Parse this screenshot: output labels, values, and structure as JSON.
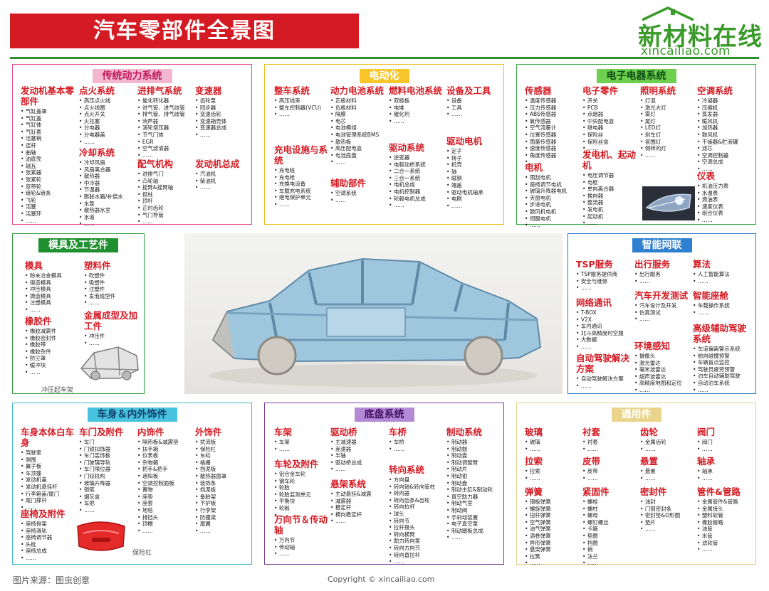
{
  "title": "汽车零部件全景图",
  "logo": {
    "cn": "新材料在线",
    "en": "xincailiao.com"
  },
  "colors": {
    "title_bg": "#d41b24",
    "sub_title": "#d41b24",
    "brand_green": "#3a9a2a",
    "panel_powertrain": "#e84c8b",
    "hdr_powertrain": "#f3b8cf",
    "panel_ev": "#f0c020",
    "hdr_ev": "#f8c62a",
    "panel_electrical": "#3aa84a",
    "hdr_electrical": "#6fcf4f",
    "panel_mold": "#2e9e3e",
    "hdr_mold": "#1f8f2f",
    "panel_network": "#2a78c8",
    "hdr_network": "#2f80d0",
    "panel_body": "#40b8d0",
    "hdr_body": "#48c2de",
    "panel_chassis": "#7a3f9a",
    "hdr_chassis": "#b48ad6",
    "panel_general": "#e6cf8a",
    "hdr_general": "#e9d48c"
  },
  "panels": {
    "powertrain": {
      "title": "传统动力系统",
      "subs": [
        {
          "title": "发动机基本零部件",
          "items": [
            "气缸盖罩",
            "气缸盖",
            "气缸体",
            "气缸套",
            "活塞销",
            "连杆",
            "曲轴",
            "油底壳",
            "轴瓦",
            "张紧器",
            "张紧轮",
            "皮带轮",
            "链轮&链条",
            "飞轮",
            "活塞",
            "活塞环",
            "……"
          ]
        },
        {
          "title": "点火系统",
          "items": [
            "高压点火线",
            "点火线圈",
            "点火开关",
            "火花塞",
            "分电器",
            "分电器盖",
            "……"
          ]
        },
        {
          "title": "进排气系统",
          "items": [
            "催化转化器",
            "进气管、进气歧管",
            "排气管、排气歧管",
            "消声器",
            "涡轮增压器",
            "节气门体",
            "EGR",
            "空气滤清器",
            "……"
          ]
        },
        {
          "title": "变速器",
          "items": [
            "齿轮泵",
            "同步器",
            "变速齿轮",
            "变速箱壳体",
            "变速器总成",
            "……"
          ]
        },
        {
          "title": "冷却系统",
          "items": [
            "冷却风扇",
            "风扇离合器",
            "散热器",
            "中冷器",
            "节温器",
            "膨胀水箱/补偿水",
            "水泵",
            "散热器水室",
            "水道",
            "……"
          ]
        },
        {
          "title": "配气机构",
          "items": [
            "进排气门",
            "凸轮轴",
            "摇臂&摇臂轴",
            "挺柱",
            "顶杆",
            "正时齿轮",
            "气门导管",
            "……"
          ]
        },
        {
          "title": "发动机总成",
          "items": [
            "汽油机",
            "柴油机",
            "……"
          ]
        }
      ]
    },
    "ev": {
      "title": "电动化",
      "subs": [
        {
          "title": "整车系统",
          "items": [
            "高压线束",
            "整车控制器(VCU)",
            "……"
          ]
        },
        {
          "title": "动力电池系统",
          "items": [
            "正极材料",
            "负极材料",
            "隔膜",
            "电芯",
            "电池模组",
            "电池管理系统BMS",
            "散热板",
            "高压配电盒",
            "电池底盘",
            "……"
          ]
        },
        {
          "title": "燃料电池系统",
          "items": [
            "双极板",
            "电堆",
            "催化剂",
            "……"
          ]
        },
        {
          "title": "设备及工具",
          "items": [
            "设备",
            "工具",
            "……"
          ]
        },
        {
          "title": "充电设施与系统",
          "items": [
            "充电桩",
            "充电枪",
            "充换电设备",
            "车载充电系统",
            "继电保护单元",
            "……"
          ]
        },
        {
          "title": "驱动系统",
          "items": [
            "逆变器",
            "电驱动桥系统",
            "二合一系统",
            "三合一系统",
            "电机总成",
            "电机控制器",
            "轮毂电机总成",
            "……"
          ]
        },
        {
          "title": "驱动电机",
          "items": [
            "定子",
            "转子",
            "机壳",
            "轴",
            "磁钢",
            "端盖",
            "驱动电机轴承",
            "电刷",
            "……"
          ]
        },
        {
          "title": "辅助部件",
          "items": [
            "空调系统",
            "……"
          ]
        }
      ]
    },
    "electrical": {
      "title": "电子电器系统",
      "subs": [
        {
          "title": "传感器",
          "items": [
            "温度传感器",
            "压力传感器",
            "ABS传感器",
            "氧传感器",
            "空气流量计",
            "位置传感器",
            "雨量传感器",
            "速度传感器",
            "角度传感器",
            "……"
          ]
        },
        {
          "title": "电子零件",
          "items": [
            "开关",
            "PCB",
            "点烟器",
            "中央配电盒",
            "继电器",
            "保险丝",
            "保险丝盒",
            "……"
          ]
        },
        {
          "title": "照明系统",
          "items": [
            "灯泡",
            "激光大灯",
            "雾灯",
            "尾灯",
            "LED灯",
            "刹车灯",
            "氛围灯",
            "侧转向灯",
            "……"
          ]
        },
        {
          "title": "空调系统",
          "items": [
            "冷凝器",
            "压缩机",
            "蒸发器",
            "暖风机",
            "加热器",
            "鼓风机",
            "干燥器&贮液罐",
            "滤芯",
            "空调控制器",
            "空调总成",
            "……"
          ]
        },
        {
          "title": "电机",
          "items": [
            "雨刮电机",
            "座椅调节电机",
            "玻璃升降器电机",
            "天窗电机",
            "步进电机",
            "鼓风机电机",
            "伺服电机",
            "……"
          ]
        },
        {
          "title": "发电机、起动机",
          "items": [
            "电压调节器",
            "电枢",
            "单向离合器",
            "换向器",
            "整流器",
            "发电机",
            "起动机",
            "……"
          ]
        },
        {
          "title": "仪表",
          "items": [
            "机油压力表",
            "水温表",
            "燃油表",
            "速度仪表",
            "组合仪表",
            "……"
          ]
        }
      ]
    },
    "mold": {
      "title": "模具及工艺件",
      "label": "冲压起车架",
      "subs": [
        {
          "title": "模具",
          "items": [
            "粉末冶金模具",
            "锻造模具",
            "冲压模具",
            "铸造模具",
            "注塑模具",
            "……"
          ]
        },
        {
          "title": "塑料件",
          "items": [
            "吹塑件",
            "吸塑件",
            "注塑件",
            "发泡成型件",
            "……"
          ]
        },
        {
          "title": "橡胶件",
          "items": [
            "橡胶减震件",
            "橡胶密封件",
            "橡胶带",
            "橡胶杂件",
            "防尘罩",
            "缓冲块",
            "……"
          ]
        },
        {
          "title": "金属成型及加工件",
          "items": [
            "冲压件",
            "……"
          ]
        }
      ]
    },
    "network": {
      "title": "智能网联",
      "subs": [
        {
          "title": "TSP服务",
          "items": [
            "TSP服务提供商",
            "安全与维修",
            "……"
          ]
        },
        {
          "title": "出行服务",
          "items": [
            "出行服务",
            "……"
          ]
        },
        {
          "title": "算法",
          "items": [
            "人工智能算法",
            "……"
          ]
        },
        {
          "title": "网络通讯",
          "items": [
            "T-BOX",
            "V2X",
            "车内通讯",
            "北斗高精度时空服",
            "大数据",
            "……"
          ]
        },
        {
          "title": "汽车开发测试",
          "items": [
            "汽车设计及开发",
            "仿真测试",
            "……"
          ]
        },
        {
          "title": "智能座舱",
          "items": [
            "车载操作系统",
            "……"
          ]
        },
        {
          "title": "环境感知",
          "items": [
            "摄像头",
            "激光雷达",
            "毫米波雷达",
            "超声波雷达",
            "高精度地图和定位",
            "……"
          ]
        },
        {
          "title": "高级辅助驾驶系统",
          "items": [
            "车道偏离警示系统",
            "前向碰撞预警",
            "车辆盲点监控",
            "驾驶员疲劳预警",
            "泊车自动辅助驾驶",
            "自动泊车系统",
            "……"
          ]
        },
        {
          "title": "自动驾驶解决方案",
          "items": [
            "自动驾驶解决方案",
            "……"
          ]
        }
      ]
    },
    "body": {
      "title": "车身＆内外饰件",
      "label": "保险杠",
      "subs": [
        {
          "title": "车身本体白车身",
          "items": [
            "驾驶室",
            "侧围",
            "翼子板",
            "车顶篷",
            "发动机盖",
            "发动机悬挂杆",
            "行李箱盖/尾门",
            "尾门撑杆",
            "……"
          ]
        },
        {
          "title": "车门及附件",
          "items": [
            "车门",
            "门锁扣饰器",
            "车门装饰板",
            "门玻璃导轨",
            "车门限位器",
            "门铰机构",
            "玻璃升降器",
            "锁链",
            "烟灰盒",
            "车把",
            "……"
          ]
        },
        {
          "title": "内饰件",
          "items": [
            "隔热板&减震垫",
            "扶手箱",
            "仪表板",
            "杂物箱",
            "把手&把手",
            "遮阳板",
            "空调控制面板",
            "置物",
            "座垫",
            "座套",
            "地毯",
            "排挡头",
            "顶棚",
            "……"
          ]
        },
        {
          "title": "外饰件",
          "items": [
            "扰流板",
            "保险杠",
            "车标",
            "格栅",
            "挡泥板",
            "散热器面罩",
            "装饰条",
            "挡泥板",
            "备胎架",
            "下护板",
            "行李架",
            "防撞梁",
            "尾翼",
            "……"
          ]
        },
        {
          "title": "座椅及附件",
          "items": [
            "座椅骨架",
            "座椅滑轨",
            "座椅调节器",
            "头枕",
            "座椅总成",
            "……"
          ]
        }
      ]
    },
    "chassis": {
      "title": "底盘系统",
      "subs": [
        {
          "title": "车架",
          "items": [
            "车架",
            "……"
          ]
        },
        {
          "title": "驱动桥",
          "items": [
            "主减速器",
            "差速器",
            "半轴",
            "驱动桥总成",
            "……"
          ]
        },
        {
          "title": "车桥",
          "items": [
            "车桥",
            "……"
          ]
        },
        {
          "title": "制动系统",
          "items": [
            "制动器",
            "制动鼓",
            "制动盘",
            "制动调整臂",
            "制动片",
            "制动钳",
            "制动盘",
            "制动主缸&制动轮",
            "真空助力器",
            "制动气室",
            "制动阀",
            "手刹动装置",
            "电子真空泵",
            "制动踏板总成",
            "……"
          ]
        },
        {
          "title": "车轮及附件",
          "items": [
            "铝合金车轮",
            "钢车轮",
            "轮胎",
            "轮胎监测单元",
            "平衡块",
            "轮毂",
            "……"
          ]
        },
        {
          "title": "转向系统",
          "items": [
            "方向盘",
            "转向轴&转向管柱",
            "转向器",
            "转向齿条&齿轮",
            "转向拉杆",
            "球头",
            "转向节",
            "拉杆接头",
            "转向横臂",
            "助力转向泵",
            "转向方向节",
            "转向直拉杆",
            "……"
          ]
        },
        {
          "title": "悬架系统",
          "items": [
            "主动悬挂&减震",
            "减震器",
            "稳定杆",
            "横向稳定杆",
            "……"
          ]
        },
        {
          "title": "万向节＆传动轴",
          "items": [
            "万向节",
            "传动轴",
            "……"
          ]
        }
      ]
    },
    "general": {
      "title": "通用件",
      "subs": [
        {
          "title": "玻璃",
          "items": [
            "玻璃",
            "……"
          ]
        },
        {
          "title": "衬套",
          "items": [
            "衬套",
            "……"
          ]
        },
        {
          "title": "齿轮",
          "items": [
            "金属齿轮",
            "……"
          ]
        },
        {
          "title": "阀门",
          "items": [
            "阀门",
            "……"
          ]
        },
        {
          "title": "拉索",
          "items": [
            "拉索",
            "……"
          ]
        },
        {
          "title": "皮带",
          "items": [
            "皮带",
            "……"
          ]
        },
        {
          "title": "悬置",
          "items": [
            "悬置",
            "……"
          ]
        },
        {
          "title": "轴承",
          "items": [
            "轴承",
            "……"
          ]
        },
        {
          "title": "弹簧",
          "items": [
            "钢板弹簧",
            "螺旋弹簧",
            "扭杆弹簧",
            "空气弹簧",
            "油气弹簧",
            "涡卷弹簧",
            "异形弹簧",
            "悬架弹簧",
            "拉簧",
            "……"
          ]
        },
        {
          "title": "紧固件",
          "items": [
            "螺栓",
            "螺柱",
            "螺母",
            "螺钉螺丝",
            "卡箍",
            "垫圈",
            "挡圈",
            "销",
            "法兰",
            "……"
          ]
        },
        {
          "title": "密封件",
          "items": [
            "油封",
            "门窗密封条",
            "密封垫&O形圈",
            "垫片",
            "……"
          ]
        },
        {
          "title": "管件&管路",
          "items": [
            "金属管件&管路",
            "金属接头",
            "塑料软管",
            "橡胶管路",
            "油管",
            "水管",
            "滤软管",
            "……"
          ]
        }
      ]
    }
  },
  "footer": {
    "source": "图片来源：图虫创意",
    "copyright": "Copyright © xincailiao.com"
  }
}
